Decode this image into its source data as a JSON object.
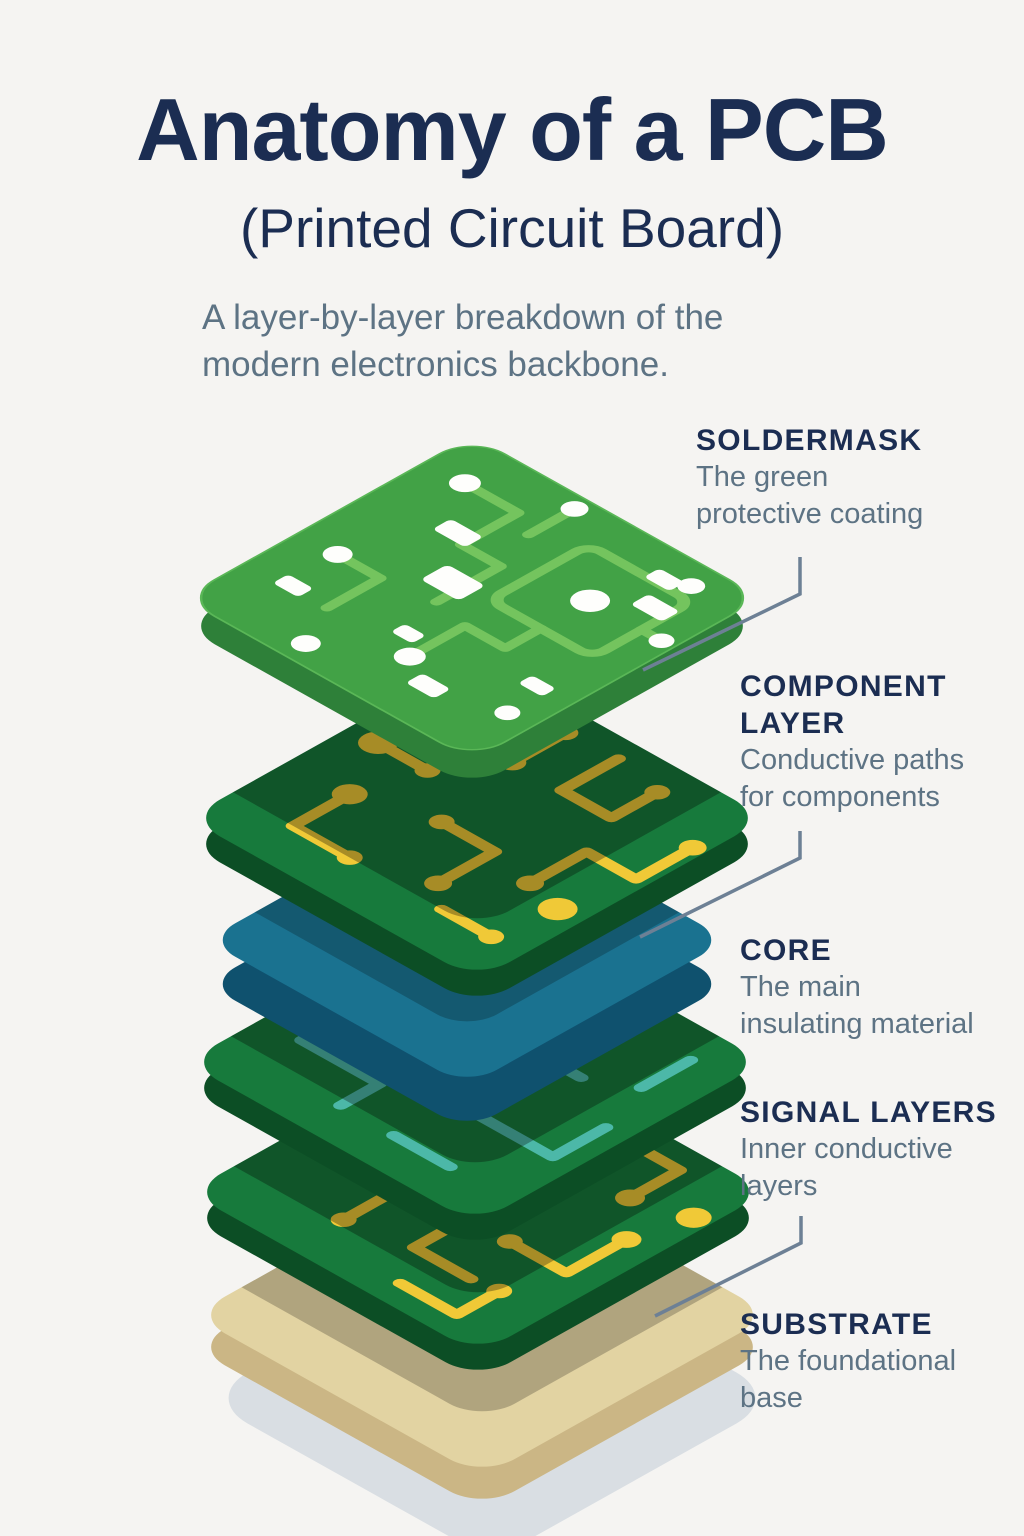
{
  "header": {
    "title": "Anatomy of a PCB",
    "subtitle": "(Printed Circuit Board)",
    "description_lines": [
      "A layer-by-layer breakdown of the",
      "modern electronics backbone."
    ]
  },
  "labels": {
    "soldermask": {
      "title_lines": [
        "SOLDERMASK"
      ],
      "desc_lines": [
        "The green",
        "protective coating"
      ]
    },
    "component": {
      "title_lines": [
        "COMPONENT",
        "LAYER"
      ],
      "desc_lines": [
        "Conductive paths",
        "for components"
      ]
    },
    "core": {
      "title_lines": [
        "CORE"
      ],
      "desc_lines": [
        "The main",
        "insulating material"
      ]
    },
    "signal": {
      "title_lines": [
        "SIGNAL LAYERS"
      ],
      "desc_lines": [
        "Inner conductive",
        "layers"
      ]
    },
    "substrate": {
      "title_lines": [
        "SUBSTRATE"
      ],
      "desc_lines": [
        "The foundational",
        "base"
      ]
    }
  },
  "diagram": {
    "type": "exploded-layer-stack",
    "layers": [
      {
        "name": "Soldermask",
        "surface_color": "#42a246",
        "trace_color": "#74c45e",
        "pad_color": "#fefefc"
      },
      {
        "name": "Component Layer",
        "surface_color": "#177a3c",
        "trace_color": "#f0c937"
      },
      {
        "name": "Core",
        "surface_color": "#1a7290"
      },
      {
        "name": "Signal Layer (upper)",
        "surface_color": "#177a3c",
        "trace_color": "#4cb8a8"
      },
      {
        "name": "Signal Layer (lower)",
        "surface_color": "#177a3c",
        "trace_color": "#f0c937"
      },
      {
        "name": "Substrate",
        "surface_color": "#e2d3a2"
      }
    ]
  },
  "palette": {
    "bg": "#f5f4f2",
    "navy": "#1b2d52",
    "slate": "#5d7384",
    "line": "#6d8095",
    "l1top": "#42a246",
    "l1trace": "#74c45e",
    "l1side": "#2e8039",
    "l1edge": "#5ab757",
    "gtop": "#177a3c",
    "gside": "#0c4e25",
    "yellow": "#f0c937",
    "teal": "#4cb8a8",
    "coretop": "#1a7290",
    "coreside": "#0f516e",
    "tantop": "#e2d3a2",
    "tanside": "#cbb685",
    "shadowcol": "#d9dee3",
    "white": "#fefefc"
  }
}
